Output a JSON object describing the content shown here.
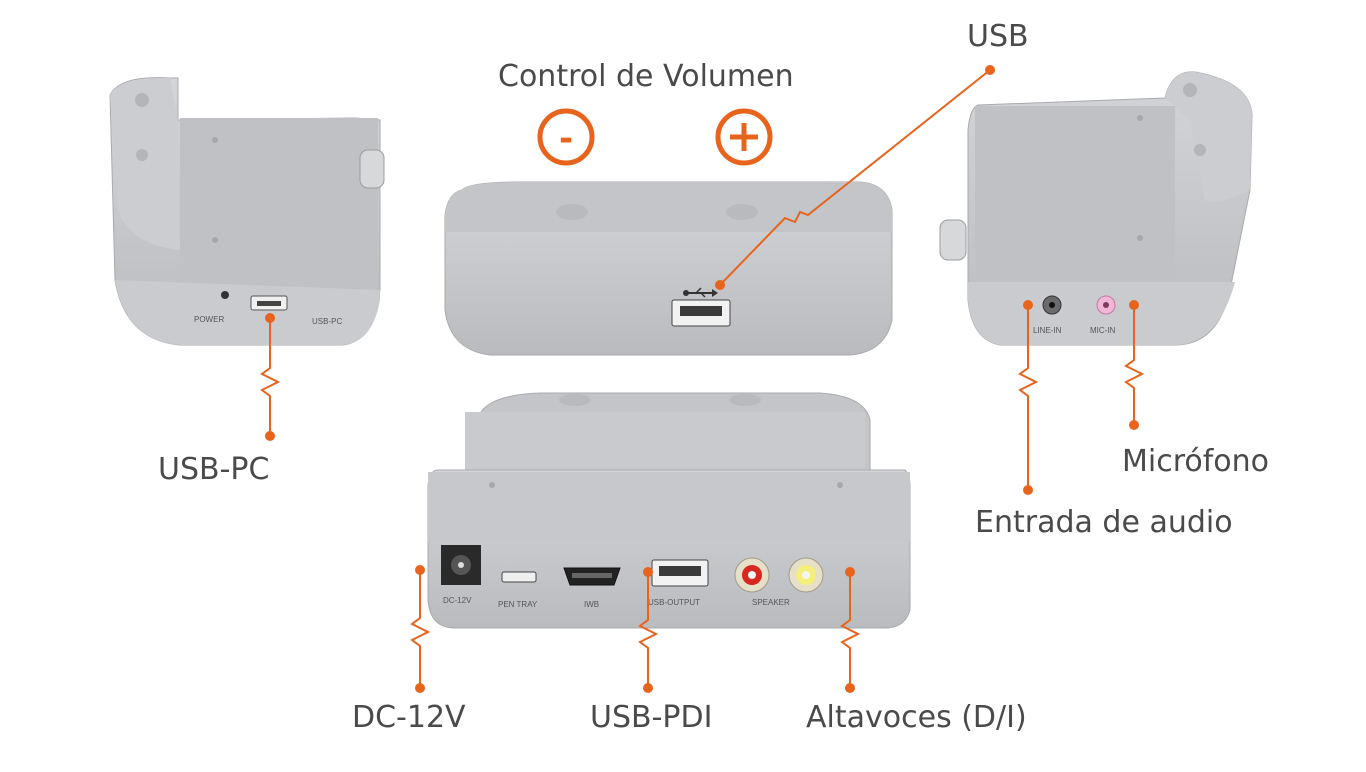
{
  "colors": {
    "accent": "#e8641c",
    "device_body": "#c4c6c9",
    "device_shadow": "#a9abae",
    "label_text": "#4a4a4a"
  },
  "labels": {
    "usb": "USB",
    "volume": "Control de Volumen",
    "minus": "-",
    "plus": "+",
    "usb_pc": "USB-PC",
    "microfono": "Micrófono",
    "entrada_audio": "Entrada de audio",
    "dc12v": "DC-12V",
    "usb_pdi": "USB-PDI",
    "altavoces": "Altavoces (D/I)"
  },
  "device_text": {
    "power": "POWER",
    "usb_pc": "USB-PC",
    "line_in": "LINE-IN",
    "mic_in": "MIC-IN",
    "dc12v": "DC-12V",
    "pen_tray": "PEN  TRAY",
    "iwb": "IWB",
    "usb_output": "USB-OUTPUT",
    "speaker": "SPEAKER"
  },
  "icons": [
    "usb-symbol-icon",
    "volume-minus-icon",
    "volume-plus-icon"
  ]
}
